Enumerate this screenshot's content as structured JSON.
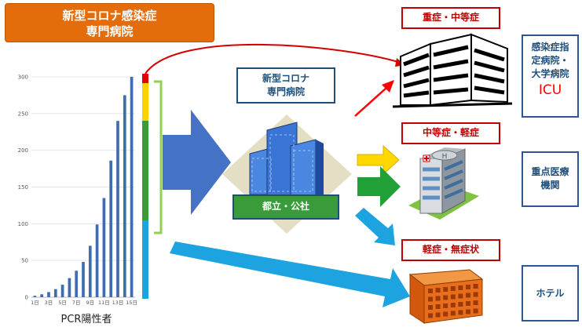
{
  "title": {
    "line1": "新型コロナ感染症",
    "line2": "専門病院"
  },
  "center_label": {
    "line1": "新型コロナ",
    "line2": "専門病院"
  },
  "public_label": "都立・公社",
  "severity_labels": {
    "severe": "重症・中等症",
    "moderate": "中等症・軽症",
    "mild": "軽症・無症状"
  },
  "facilities": {
    "designated": {
      "line1": "感染症指",
      "line2": "定病院・",
      "line3": "大学病院",
      "icu": "ICU"
    },
    "priority": {
      "line1": "重点医療",
      "line2": "機関"
    },
    "hotel": "ホテル"
  },
  "colors": {
    "orange": "#e46c0a",
    "red": "#c00000",
    "blue": "#1f4e79",
    "green": "#3a9b3a",
    "yellow": "#ffd800",
    "cyan": "#1ca3e0"
  },
  "chart_data": {
    "type": "bar",
    "categories": [
      "1日",
      "2日",
      "3日",
      "4日",
      "5日",
      "6日",
      "7日",
      "8日",
      "9日",
      "10日",
      "11日",
      "12日",
      "13日",
      "14日",
      "15日"
    ],
    "tick_labels": [
      "1日",
      "3日",
      "5日",
      "7日",
      "9日",
      "11日",
      "13日",
      "15日"
    ],
    "values": [
      2,
      4,
      7,
      11,
      17,
      26,
      36,
      48,
      70,
      99,
      135,
      186,
      240,
      275,
      300
    ],
    "xlabel": "PCR陽性者",
    "ylabel": "",
    "yticks": [
      0,
      50,
      100,
      150,
      200,
      250,
      300
    ],
    "ylim": [
      0,
      300
    ]
  }
}
